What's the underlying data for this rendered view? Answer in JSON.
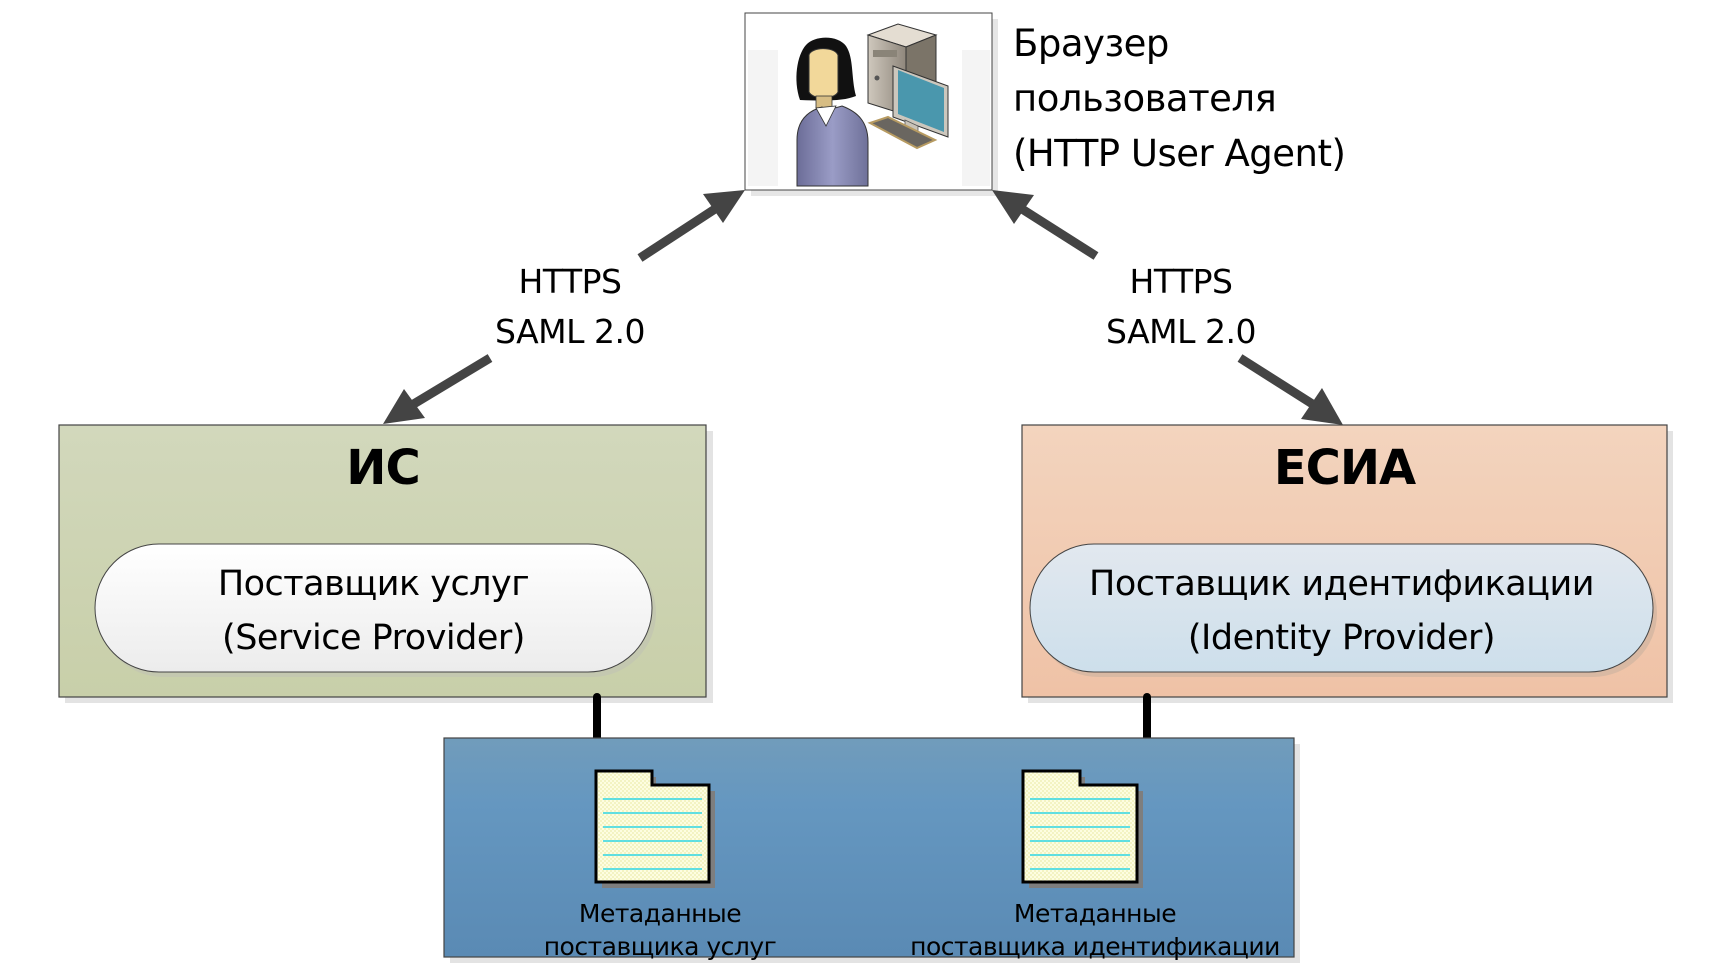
{
  "user_agent": {
    "caption_lines": [
      "Браузер",
      "пользователя",
      "(HTTP User Agent)"
    ],
    "icon": "user-with-computer-icon"
  },
  "links": {
    "left": {
      "lines": [
        "HTTPS",
        "SAML 2.0"
      ]
    },
    "right": {
      "lines": [
        "HTTPS",
        "SAML 2.0"
      ]
    }
  },
  "service_provider_system": {
    "title": "ИС",
    "component_lines": [
      "Поставщик услуг",
      "(Service Provider)"
    ],
    "fill_color": "#cdd3b0"
  },
  "identity_provider_system": {
    "title": "ЕСИА",
    "component_lines": [
      "Поставщик идентификации",
      "(Identity Provider)"
    ],
    "fill_color": "#f0cbb0"
  },
  "metadata_store": {
    "fill_color": "#6393bb",
    "documents": [
      {
        "icon": "document-icon",
        "caption_lines": [
          "Метаданные",
          "поставщика услуг"
        ]
      },
      {
        "icon": "document-icon",
        "caption_lines": [
          "Метаданные",
          "поставщика идентификации"
        ]
      }
    ]
  }
}
